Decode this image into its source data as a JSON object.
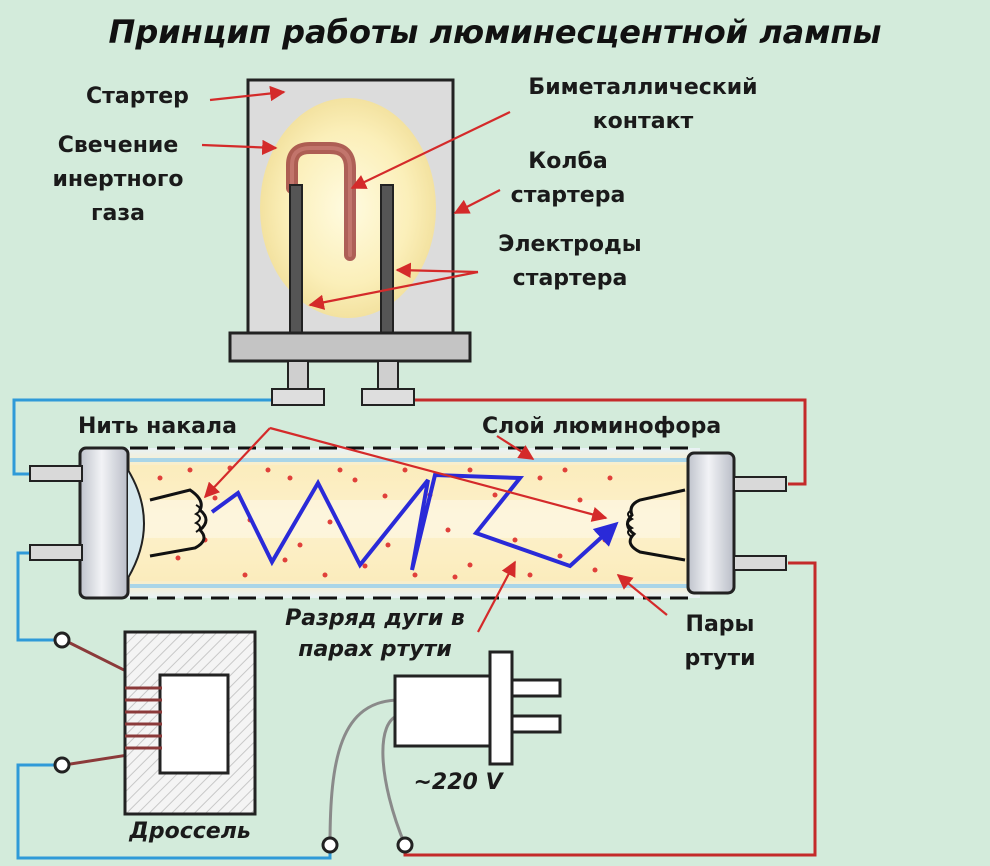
{
  "title": "Принцип работы люминесцентной лампы",
  "labels": {
    "starter": "Стартер",
    "glow_l1": "Свечение",
    "glow_l2": "инертного",
    "glow_l3": "газа",
    "bimetal_l1": "Биметаллический",
    "bimetal_l2": "контакт",
    "bulb_l1": "Колба",
    "bulb_l2": "стартера",
    "electrodes_l1": "Электроды",
    "electrodes_l2": "стартера",
    "filament": "Нить накала",
    "phosphor": "Слой люминофора",
    "arc_l1": "Разряд дуги в",
    "arc_l2": "парах ртути",
    "vapor_l1": "Пары",
    "vapor_l2": "ртути",
    "voltage": "~220 V",
    "choke": "Дроссель"
  },
  "colors": {
    "background": "#d3ebdb",
    "arrow": "#d42a2a",
    "wire_blue": "#2f9ad8",
    "wire_red": "#c42a2a",
    "wire_gray": "#8a8a8a",
    "wire_brown": "#8b3a3a",
    "arc": "#2a2ad8",
    "mercury_dots": "#e0403a",
    "glow": "#fdf3c2",
    "tube_fill": "#f7e8b8"
  }
}
